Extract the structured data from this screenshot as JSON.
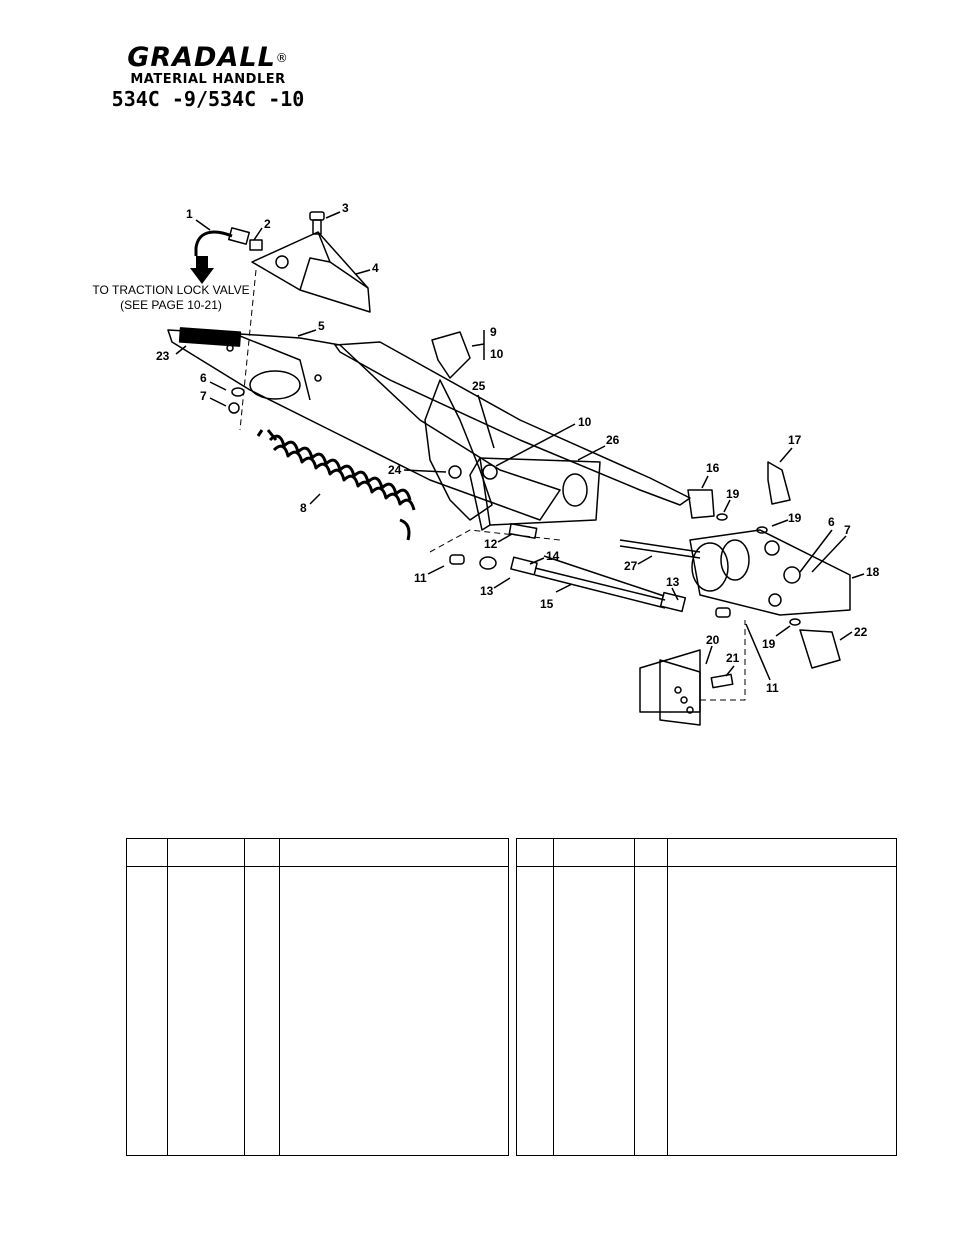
{
  "header": {
    "brand": "GRADALL",
    "registered": "®",
    "line2": "MATERIAL HANDLER",
    "line3": "534C -9/534C -10"
  },
  "diagram": {
    "note_line1": "TO TRACTION LOCK VALVE",
    "note_line2": "(SEE PAGE 10-21)",
    "callouts": [
      "1",
      "2",
      "3",
      "4",
      "5",
      "6",
      "7",
      "8",
      "9",
      "10",
      "10",
      "11",
      "11",
      "12",
      "13",
      "13",
      "14",
      "15",
      "16",
      "17",
      "18",
      "19",
      "19",
      "19",
      "20",
      "21",
      "22",
      "23",
      "24",
      "25",
      "26",
      "27",
      "6",
      "7"
    ]
  },
  "tables": {
    "left": {
      "headers": [
        "",
        "",
        "",
        ""
      ]
    },
    "right": {
      "headers": [
        "",
        "",
        "",
        ""
      ]
    }
  },
  "colors": {
    "ink": "#000000",
    "paper": "#ffffff"
  }
}
